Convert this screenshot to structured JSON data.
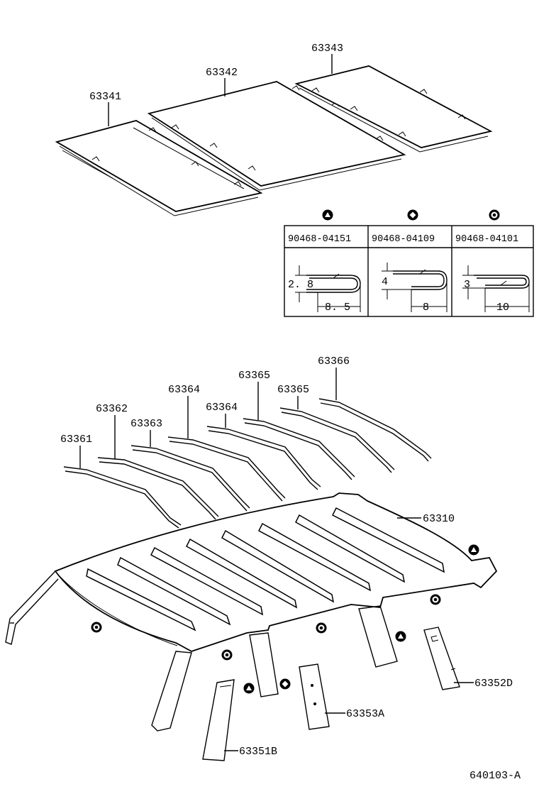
{
  "roof_panels": [
    {
      "part": "63341"
    },
    {
      "part": "63342"
    },
    {
      "part": "63343"
    }
  ],
  "clip_table": [
    {
      "symbol": "triangle",
      "part": "90468-04151",
      "height": "2. 8",
      "width": "8. 5"
    },
    {
      "symbol": "diamond",
      "part": "90468-04109",
      "height": "4",
      "width": "8"
    },
    {
      "symbol": "circle",
      "part": "90468-04101",
      "height": "3",
      "width": "10"
    }
  ],
  "rod_labels": [
    "63361",
    "63362",
    "63363",
    "63364",
    "63364",
    "63365",
    "63365",
    "63366"
  ],
  "headliner": {
    "part": "63310"
  },
  "pillar_labels": {
    "a": "63351B",
    "b": "63353A",
    "c": "63352D"
  },
  "figure_code": "640103-A"
}
